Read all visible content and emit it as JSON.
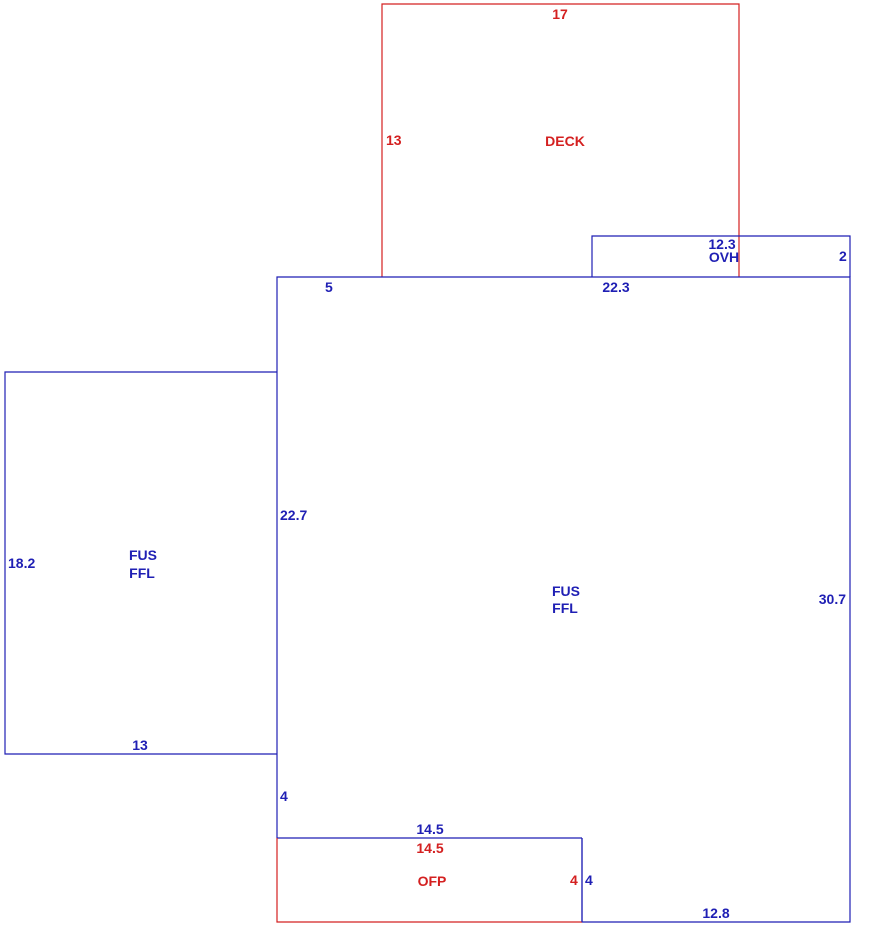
{
  "colors": {
    "blue": "#1f1fb4",
    "red": "#d42020"
  },
  "deck": {
    "name": "DECK",
    "top_dim": "17",
    "left_dim": "13"
  },
  "ovh": {
    "name": "OVH",
    "top_dim": "12.3",
    "right_dim": "2"
  },
  "main_area": {
    "line1": "FUS",
    "line2": "FFL",
    "top_left_dim": "5",
    "top_right_dim": "22.3",
    "left_dim": "22.7",
    "right_dim": "30.7",
    "lower_left_dim": "4",
    "bottom_dim": "12.8",
    "step_dim": "4"
  },
  "wing": {
    "line1": "FUS",
    "line2": "FFL",
    "left_dim": "18.2",
    "bottom_dim": "13"
  },
  "ofp": {
    "name": "OFP",
    "top_dim_blue": "14.5",
    "top_dim_red": "14.5",
    "right_dim": "4"
  }
}
